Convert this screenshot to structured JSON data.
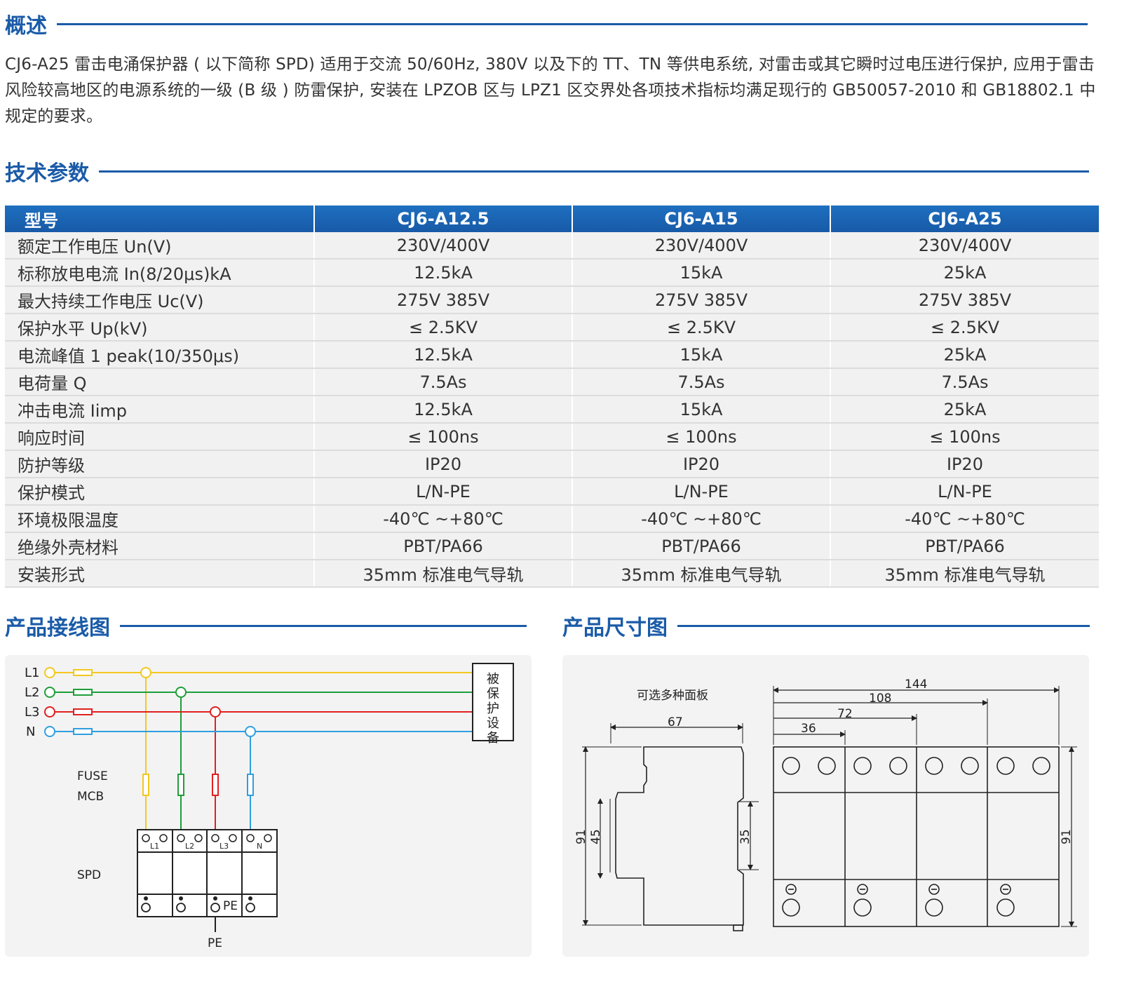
{
  "overview": {
    "title": "概述",
    "text": "CJ6-A25 雷击电涌保护器 ( 以下简称 SPD) 适用于交流 50/60Hz, 380V 以及下的 TT、TN 等供电系统, 对雷击或其它瞬时过电压进行保护, 应用于雷击风险较高地区的电源系统的一级 (B 级 ) 防雷保护, 安装在 LPZOB 区与 LPZ1 区交界处各项技术指标均满足现行的 GB50057-2010 和 GB18802.1 中规定的要求。"
  },
  "specs": {
    "title": "技术参数",
    "headers": [
      "型号",
      "CJ6-A12.5",
      "CJ6-A15",
      "CJ6-A25"
    ],
    "rows": [
      [
        "额定工作电压 Un(V)",
        "230V/400V",
        "230V/400V",
        "230V/400V"
      ],
      [
        "标称放电电流 In(8/20μs)kA",
        "12.5kA",
        "15kA",
        "25kA"
      ],
      [
        "最大持续工作电压 Uc(V)",
        "275V  385V",
        "275V  385V",
        "275V  385V"
      ],
      [
        "保护水平 Up(kV)",
        "≤ 2.5KV",
        "≤ 2.5KV",
        "≤ 2.5KV"
      ],
      [
        "电流峰值 1 peak(10/350μs)",
        "12.5kA",
        "15kA",
        "25kA"
      ],
      [
        "电荷量 Q",
        "7.5As",
        "7.5As",
        "7.5As"
      ],
      [
        "冲击电流 Iimp",
        "12.5kA",
        "15kA",
        "25kA"
      ],
      [
        "响应时间",
        "≤ 100ns",
        "≤ 100ns",
        "≤ 100ns"
      ],
      [
        "防护等级",
        "IP20",
        "IP20",
        "IP20"
      ],
      [
        "保护模式",
        "L/N-PE",
        "L/N-PE",
        "L/N-PE"
      ],
      [
        "环境极限温度",
        "-40℃ ~+80℃",
        "-40℃ ~+80℃",
        "-40℃ ~+80℃"
      ],
      [
        "绝缘外壳材料",
        "PBT/PA66",
        "PBT/PA66",
        "PBT/PA66"
      ],
      [
        "安装形式",
        "35mm 标准电气导轨",
        "35mm 标准电气导轨",
        "35mm 标准电气导轨"
      ]
    ]
  },
  "wiring": {
    "title": "产品接线图",
    "lines": [
      "L1",
      "L2",
      "L3",
      "N"
    ],
    "device_label": "被保护设备",
    "fuse_label": "FUSE",
    "mcb_label": "MCB",
    "spd_label": "SPD",
    "module_labels": [
      "L1",
      "L2",
      "L3",
      "N"
    ],
    "pe_module_label": "PE",
    "pe_label": "PE",
    "colors": {
      "L1": "#f2c81e",
      "L2": "#1e9e3a",
      "L3": "#e02020",
      "N": "#2e9fe0"
    }
  },
  "dimension": {
    "title": "产品尺寸图",
    "panel_note": "可选多种面板",
    "dims": [
      "144",
      "108",
      "72",
      "36",
      "67",
      "91",
      "45",
      "35",
      "91"
    ]
  },
  "colors": {
    "accent": "#1a5ba8"
  }
}
